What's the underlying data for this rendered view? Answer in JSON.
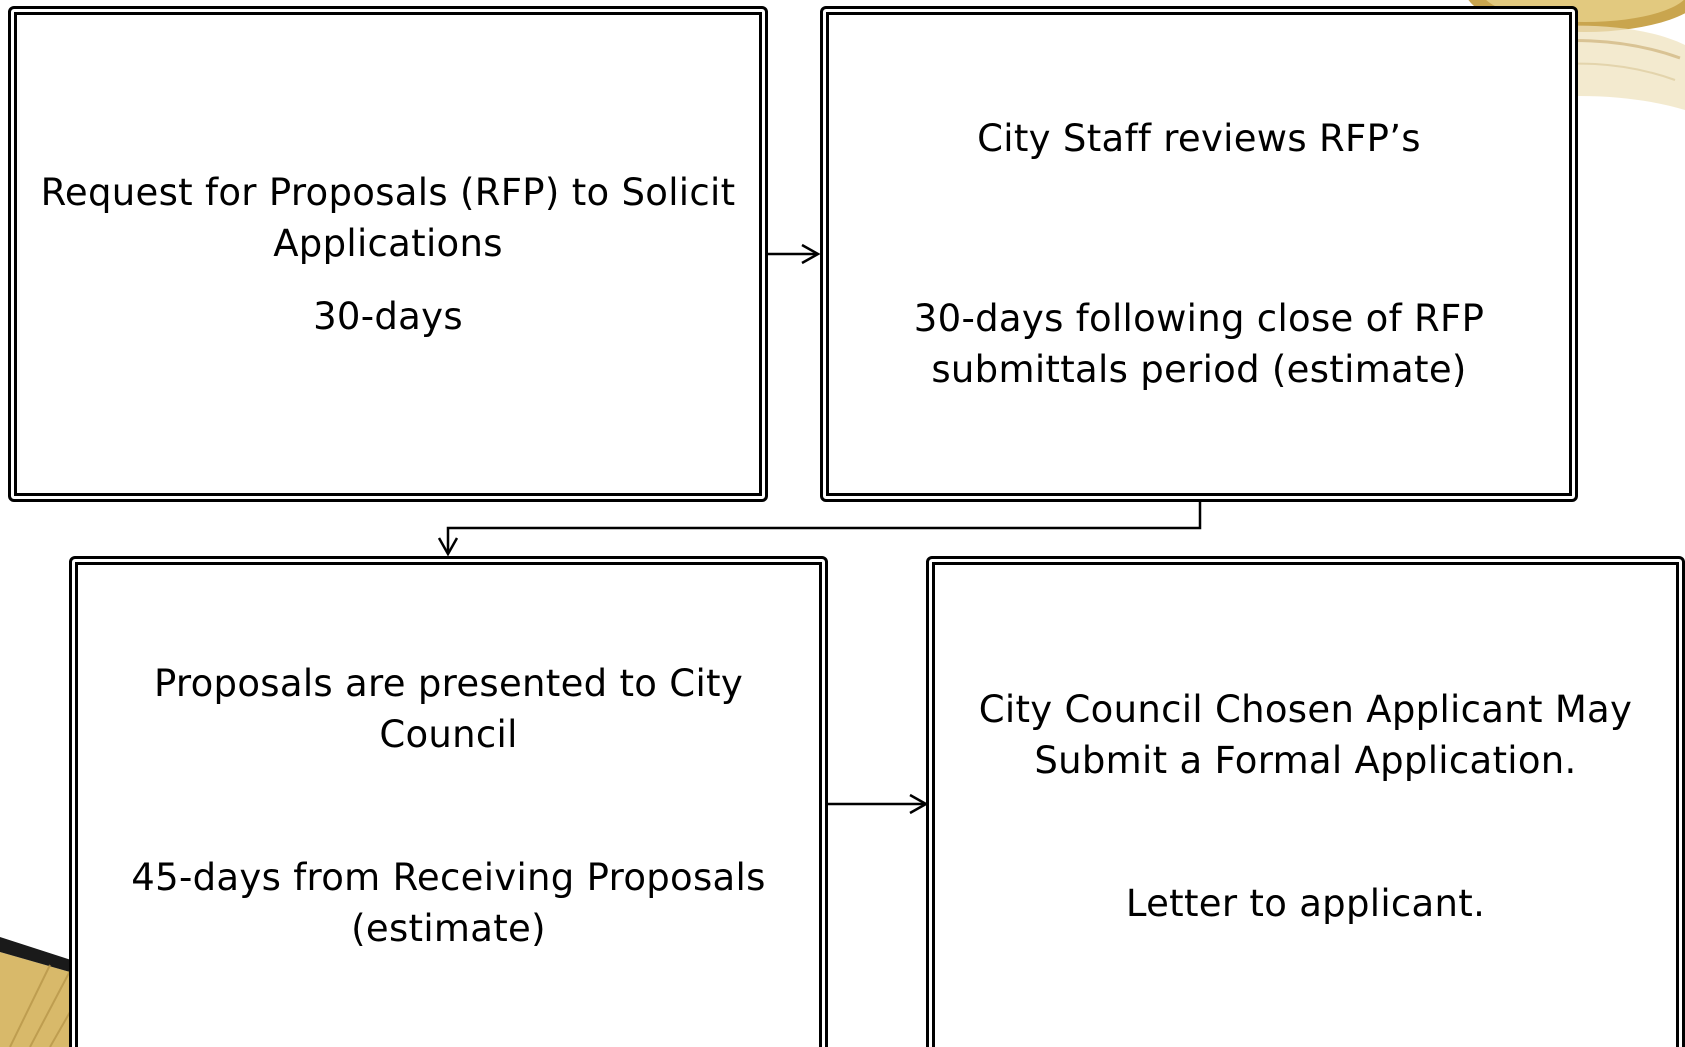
{
  "diagram": {
    "steps": [
      {
        "id": "rfp",
        "title_lines": [
          "Request for Proposals (RFP) to Solicit",
          "Applications"
        ],
        "detail_lines": [
          "30-days"
        ]
      },
      {
        "id": "review",
        "title_lines": [
          "City Staff reviews RFP’s"
        ],
        "detail_lines": [
          "30-days following close of RFP",
          "submittals period (estimate)"
        ]
      },
      {
        "id": "council",
        "title_lines": [
          "Proposals are presented to City",
          "Council"
        ],
        "detail_lines": [
          "45-days from Receiving Proposals",
          "(estimate)"
        ]
      },
      {
        "id": "application",
        "title_lines": [
          "City Council Chosen Applicant May",
          "Submit a Formal Application."
        ],
        "detail_lines": [
          "Letter to applicant."
        ]
      }
    ],
    "flow": [
      "rfp → review",
      "review → council",
      "council → application"
    ]
  },
  "colors": {
    "border": "#000000",
    "background": "#ffffff",
    "decoration_gold": "#d8b96a"
  }
}
